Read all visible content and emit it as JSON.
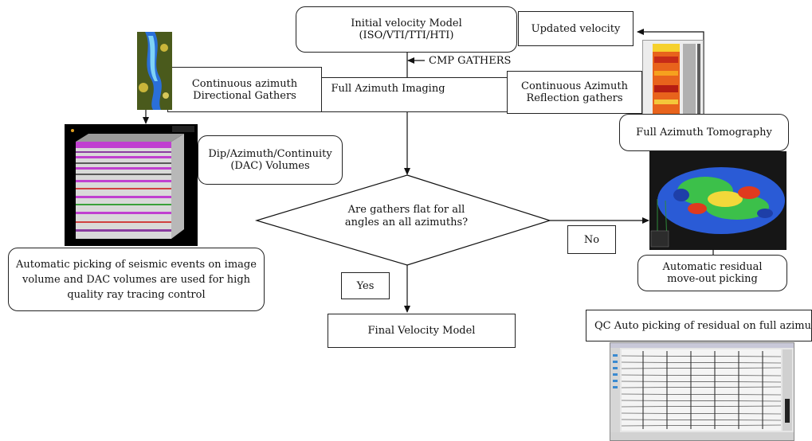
{
  "nodes": {
    "initial_model_line1": "Initial velocity Model",
    "initial_model_line2": "(ISO/VTI/TTI/HTI)",
    "updated_velocity": "Updated velocity",
    "cmp_gathers": "CMP GATHERS",
    "full_azimuth_imaging": "Full Azimuth Imaging",
    "directional_gathers_line1": "Continuous azimuth",
    "directional_gathers_line2": "Directional Gathers",
    "reflection_gathers_line1": "Continuous Azimuth",
    "reflection_gathers_line2": "Reflection gathers",
    "full_azimuth_tomography": "Full Azimuth Tomography",
    "dac_line1": "Dip/Azimuth/Continuity",
    "dac_line2": "(DAC) Volumes",
    "decision_line1": "Are gathers flat for all",
    "decision_line2": "angles an all azimuths?",
    "no_label": "No",
    "yes_label": "Yes",
    "auto_picking_line1": "Automatic picking of seismic events on image",
    "auto_picking_line2": "volume and DAC volumes are used for high",
    "auto_picking_line3": "quality ray tracing control",
    "residual_line1": "Automatic residual",
    "residual_line2": "move-out picking",
    "final_velocity_model": "Final Velocity Model",
    "qc_caption": "QC Auto picking of residual on full azimuth gather"
  },
  "colors": {
    "line": "#111111",
    "seismic_magenta": "#c040d0",
    "tomo_blue": "#2a5bd6",
    "tomo_green": "#3cc04a",
    "tomo_red": "#e03a1e",
    "tomo_yellow": "#f2d83a"
  }
}
